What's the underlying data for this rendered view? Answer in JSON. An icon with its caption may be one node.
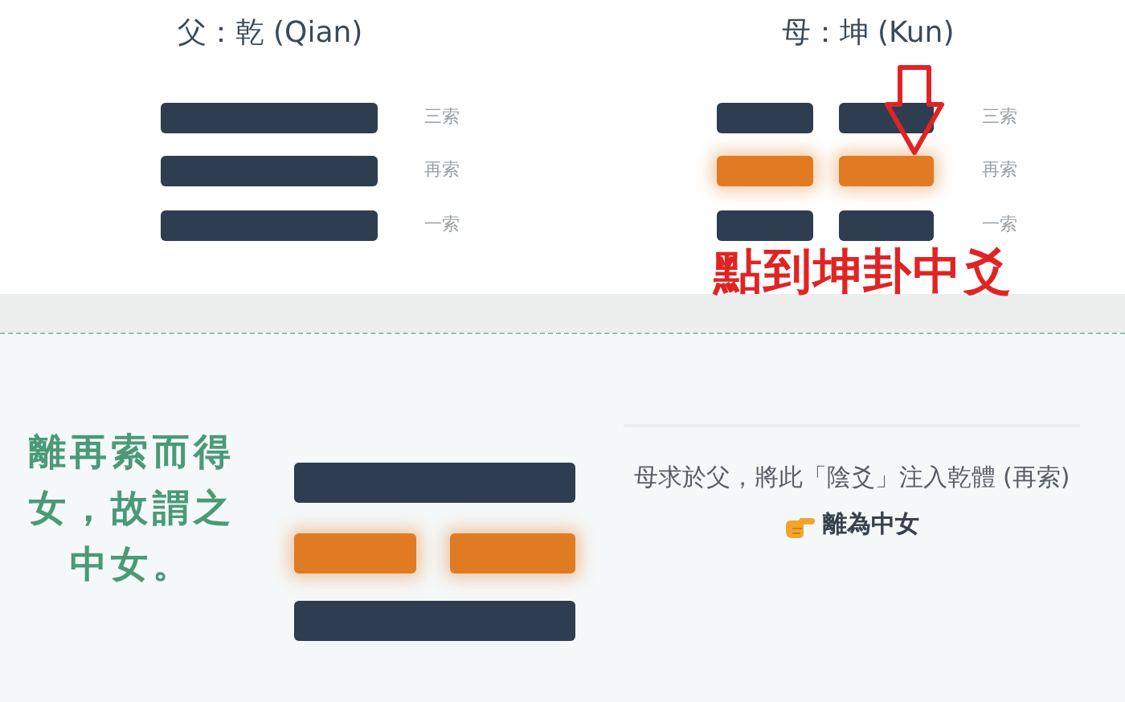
{
  "diagram": {
    "nodes": [
      {
        "text": [],
        "shape": "bar"
      },
      {
        "text": [],
        "shape": "bar"
      },
      {
        "text": [],
        "shape": "bar"
      },
      {
        "text": [],
        "shape": "bar"
      },
      {
        "text": [],
        "shape": "bar"
      },
      {
        "text": [],
        "shape": "bar"
      },
      {
        "text": [],
        "shape": "bar"
      },
      {
        "text": [],
        "shape": "bar"
      },
      {
        "text": [],
        "shape": "bar"
      },
      {
        "text": [],
        "shape": "bar"
      },
      {
        "text": [],
        "shape": "bar"
      },
      {
        "text": [],
        "shape": "bar"
      },
      {
        "text": [],
        "shape": "bar"
      }
    ],
    "edges": [
      {
        "from": null,
        "to": 6,
        "arrow": "to"
      }
    ],
    "labels": [
      "父：乾 (Qian)",
      "三索",
      "再索",
      "一索",
      "母：坤 (Kun)",
      "三索",
      "再索",
      "一索",
      "點到坤卦中爻",
      "離再索而得女，故謂之中女。",
      "母求於父，將此「陰爻」注入乾體 (再索)",
      "離為中女"
    ]
  }
}
